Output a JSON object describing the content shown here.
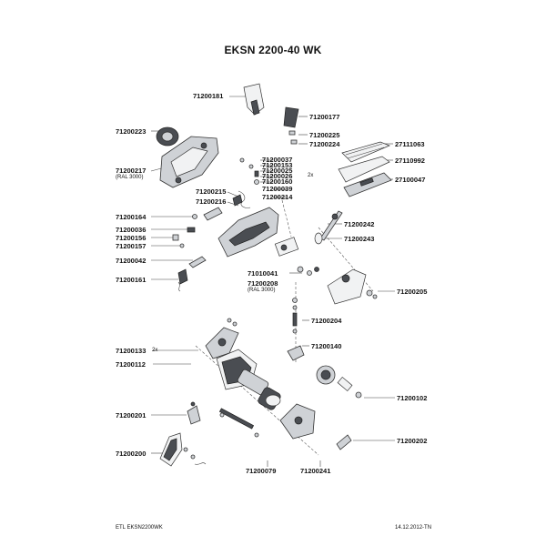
{
  "title": "EKSN 2200-40 WK",
  "footer": {
    "left": "ETL EKSN2200WK",
    "right": "14.12.2012-TN"
  },
  "parts": {
    "p181": "71200181",
    "p223": "71200223",
    "p217": "71200217",
    "p217_note": "(RAL 3000)",
    "p177": "71200177",
    "p225": "71200225",
    "p224": "71200224",
    "p037": "71200037",
    "p153": "71200153",
    "p025": "71200025",
    "p026": "71200026",
    "p026_qty": "2x",
    "p160": "71200160",
    "p039": "71200039",
    "p214": "71200214",
    "p215": "71200215",
    "p216": "71200216",
    "p063": "27111063",
    "p992": "27110992",
    "p047": "27100047",
    "p164": "71200164",
    "p036": "71200036",
    "p156": "71200156",
    "p157": "71200157",
    "p042": "71200042",
    "p161": "71200161",
    "p242": "71200242",
    "p243": "71200243",
    "p041": "71010041",
    "p208": "71200208",
    "p208_note": "(RAL 3000)",
    "p205": "71200205",
    "p204": "71200204",
    "p133": "71200133",
    "p133_qty": "2x",
    "p112": "71200112",
    "p140": "71200140",
    "p102": "71200102",
    "p201": "71200201",
    "p202": "71200202",
    "p200": "71200200",
    "p079": "71200079",
    "p241": "71200241"
  }
}
